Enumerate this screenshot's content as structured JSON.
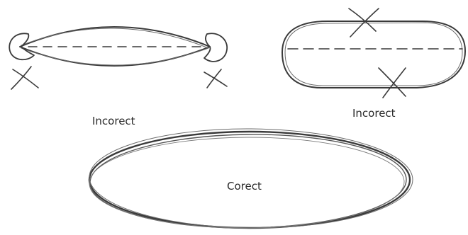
{
  "labels": {
    "incorrect_left": "Incorect",
    "incorrect_right": "Incorect",
    "correct": "Corect"
  },
  "colors": {
    "pencil": "#3a3a3a",
    "pencil_light": "#6a6a6a",
    "label": "#2a2a2a",
    "background": "#ffffff"
  }
}
